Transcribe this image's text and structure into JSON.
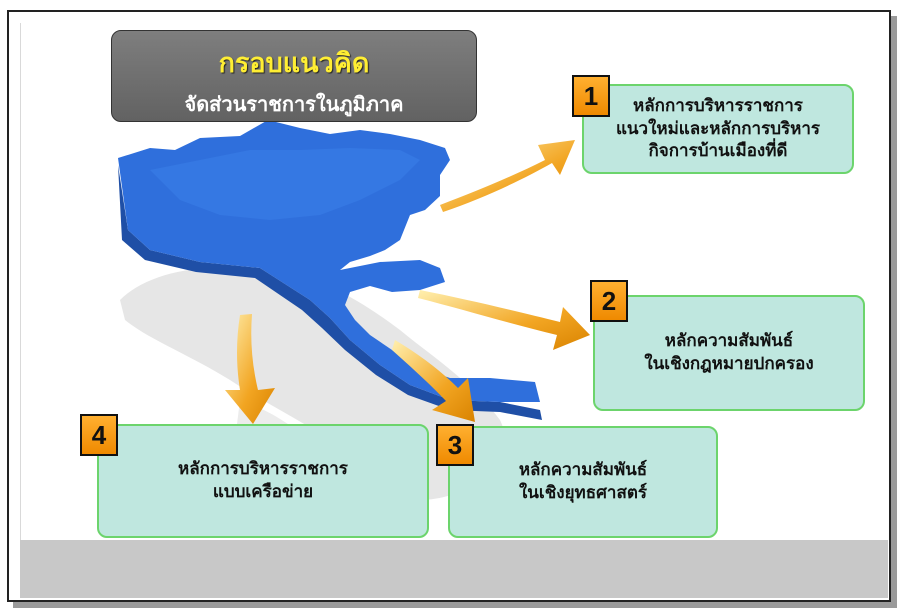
{
  "title": {
    "main": "กรอบแนวคิด",
    "sub": "จัดส่วนราชการในภูมิภาค"
  },
  "boxes": [
    {
      "number": "1",
      "lines": [
        "หลักการบริหารราชการ",
        "แนวใหม่และหลักการบริหาร",
        "กิจการบ้านเมืองที่ดี"
      ]
    },
    {
      "number": "2",
      "lines": [
        "หลักความสัมพันธ์",
        "ในเชิงกฎหมายปกครอง"
      ]
    },
    {
      "number": "3",
      "lines": [
        "หลักความสัมพันธ์",
        "ในเชิงยุทธศาสตร์"
      ]
    },
    {
      "number": "4",
      "lines": [
        "หลักการบริหารราชการ",
        "แบบเครือข่าย"
      ]
    }
  ],
  "colors": {
    "map_blue": "#2e6fd8",
    "map_shadow": "#e2e2e2",
    "arrow_orange": "#f0a020",
    "box_fill": "#bfe7df",
    "box_border": "#6cd46c",
    "badge_fill": "#f59a10",
    "title_fill": "#6e6e6e",
    "title_text": "#ffee33"
  }
}
